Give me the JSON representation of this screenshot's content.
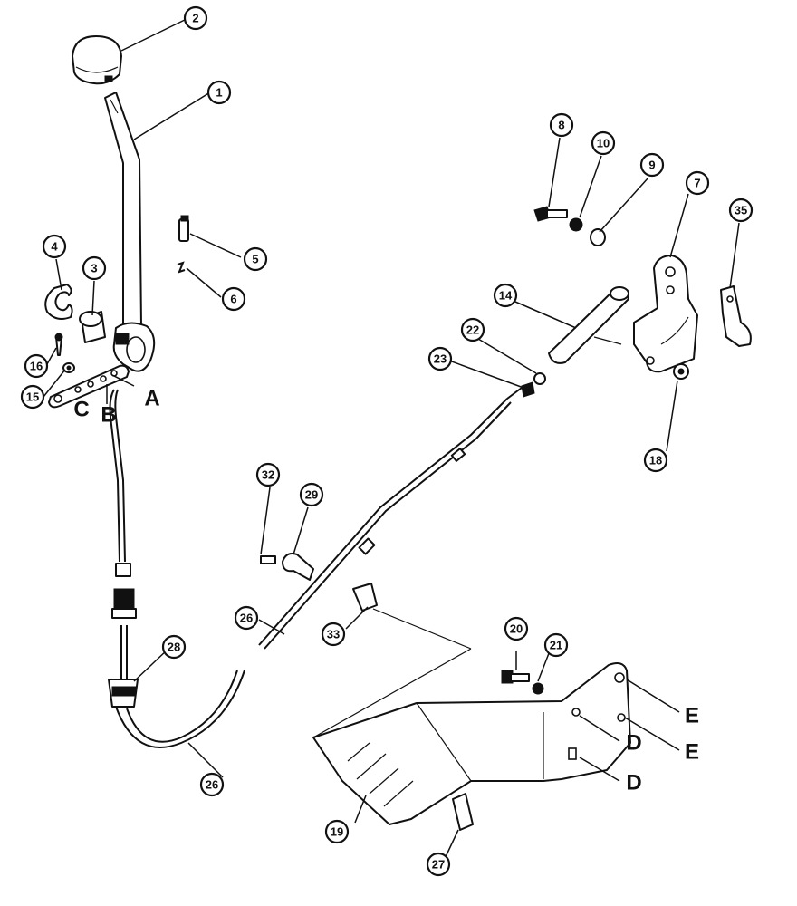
{
  "callouts": [
    {
      "id": "c1",
      "label": "1"
    },
    {
      "id": "c2",
      "label": "2"
    },
    {
      "id": "c3",
      "label": "3"
    },
    {
      "id": "c4",
      "label": "4"
    },
    {
      "id": "c5",
      "label": "5"
    },
    {
      "id": "c6",
      "label": "6"
    },
    {
      "id": "c7",
      "label": "7"
    },
    {
      "id": "c8",
      "label": "8"
    },
    {
      "id": "c9",
      "label": "9"
    },
    {
      "id": "c10",
      "label": "10"
    },
    {
      "id": "c14",
      "label": "14"
    },
    {
      "id": "c15",
      "label": "15"
    },
    {
      "id": "c16",
      "label": "16"
    },
    {
      "id": "c18",
      "label": "18"
    },
    {
      "id": "c19",
      "label": "19"
    },
    {
      "id": "c20",
      "label": "20"
    },
    {
      "id": "c21",
      "label": "21"
    },
    {
      "id": "c22",
      "label": "22"
    },
    {
      "id": "c23",
      "label": "23"
    },
    {
      "id": "c26a",
      "label": "26"
    },
    {
      "id": "c26b",
      "label": "26"
    },
    {
      "id": "c27",
      "label": "27"
    },
    {
      "id": "c28",
      "label": "28"
    },
    {
      "id": "c29",
      "label": "29"
    },
    {
      "id": "c32",
      "label": "32"
    },
    {
      "id": "c33",
      "label": "33"
    },
    {
      "id": "c35",
      "label": "35"
    }
  ],
  "position_letters": [
    {
      "id": "A",
      "label": "A"
    },
    {
      "id": "B",
      "label": "B"
    },
    {
      "id": "C",
      "label": "C"
    },
    {
      "id": "D1",
      "label": "D"
    },
    {
      "id": "D2",
      "label": "D"
    },
    {
      "id": "E1",
      "label": "E"
    },
    {
      "id": "E2",
      "label": "E"
    }
  ]
}
